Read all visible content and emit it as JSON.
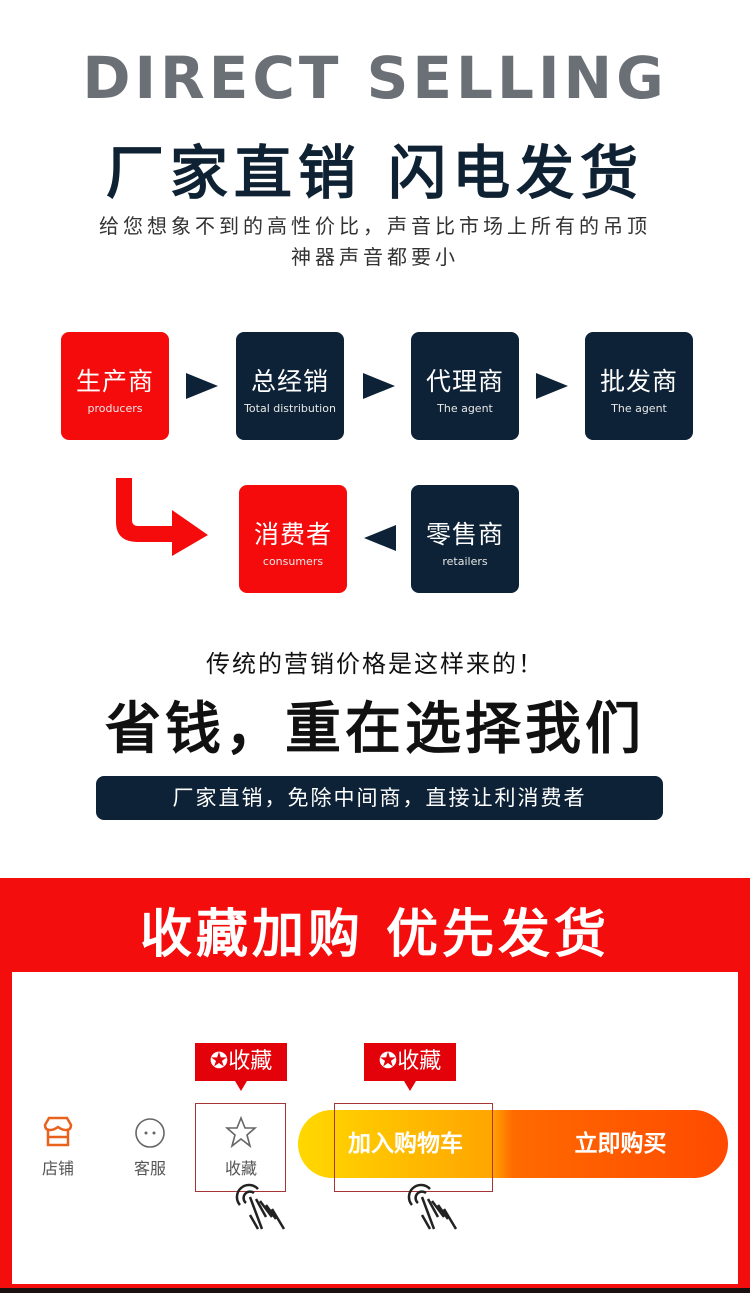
{
  "header": {
    "title_en": "DIRECT SELLING",
    "title_zh": "厂家直销 闪电发货",
    "subtitle_line1": "给您想象不到的高性价比，声音比市场上所有的吊顶",
    "subtitle_line2": "神器声音都要小"
  },
  "flow": [
    {
      "zh": "生产商",
      "en": "producers"
    },
    {
      "zh": "总经销",
      "en": "Total distribution"
    },
    {
      "zh": "代理商",
      "en": "The agent"
    },
    {
      "zh": "批发商",
      "en": "The agent"
    },
    {
      "zh": "零售商",
      "en": "retailers"
    },
    {
      "zh": "消费者",
      "en": "consumers"
    }
  ],
  "colors": {
    "red": "#f50b0b",
    "navy": "#0d2236"
  },
  "slogan": {
    "traditional": "传统的营销价格是这样来的！",
    "big": "省钱，重在选择我们",
    "pill": "厂家直销，免除中间商，直接让利消费者"
  },
  "promo": {
    "title": "收藏加购 优先发货",
    "tip1": "收藏",
    "tip2": "收藏",
    "tabs": [
      {
        "label": "店铺",
        "icon": "store-icon"
      },
      {
        "label": "客服",
        "icon": "chat-icon"
      },
      {
        "label": "收藏",
        "icon": "star-icon"
      }
    ],
    "add_cart": "加入购物车",
    "buy_now": "立即购买"
  }
}
